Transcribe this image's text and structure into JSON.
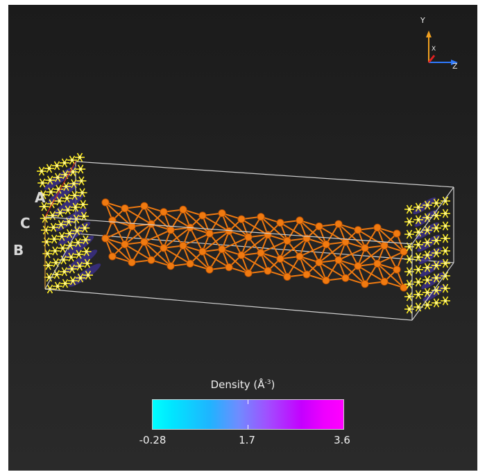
{
  "viewer": {
    "cell_labels": {
      "a": "A",
      "c": "C",
      "b": "B"
    },
    "axes": {
      "y": "Y",
      "z": "Z",
      "x": "X"
    },
    "colors": {
      "background": "#1f1f1f",
      "atom": "#f07a10",
      "spin_arrow": "#ffee22",
      "density_blob": "#3a2f86",
      "cell_edge": "#d0d0d0"
    }
  },
  "legend": {
    "title": "Density (Å",
    "title_sup": "-3",
    "title_close": ")",
    "min_label": "-0.28",
    "mid_label": "1.7",
    "max_label": "3.6",
    "range": [
      -0.28,
      3.6
    ],
    "colors": [
      "#00ffff",
      "#6f8cff",
      "#c400ff",
      "#ff00ff"
    ]
  }
}
